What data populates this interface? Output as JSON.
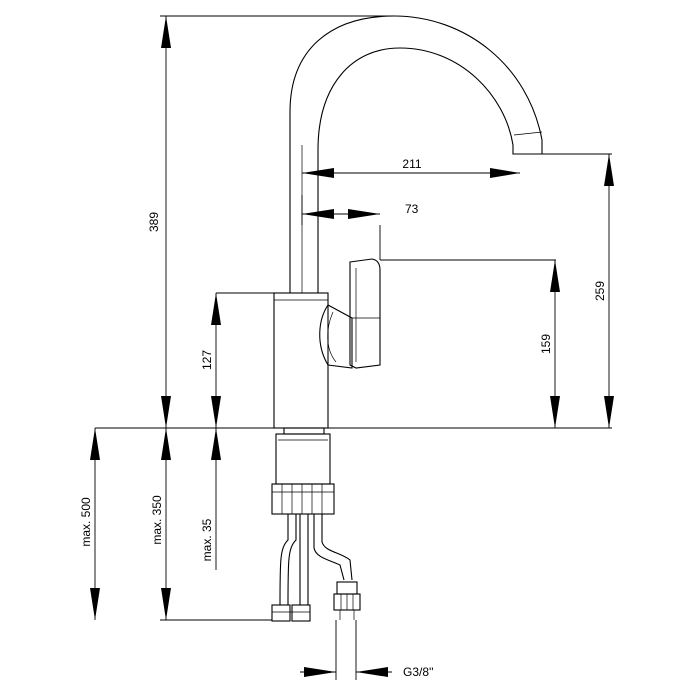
{
  "drawing": {
    "background": "#ffffff",
    "line_color": "#000000",
    "dimensions": {
      "total_height": "389",
      "spout_reach": "211",
      "handle_offset": "73",
      "spout_height": "259",
      "handle_height": "159",
      "body_height": "127",
      "hose_length": "max. 500",
      "hose_length_2": "max. 350",
      "deck_thickness": "max. 35",
      "thread": "G3/8''"
    }
  }
}
